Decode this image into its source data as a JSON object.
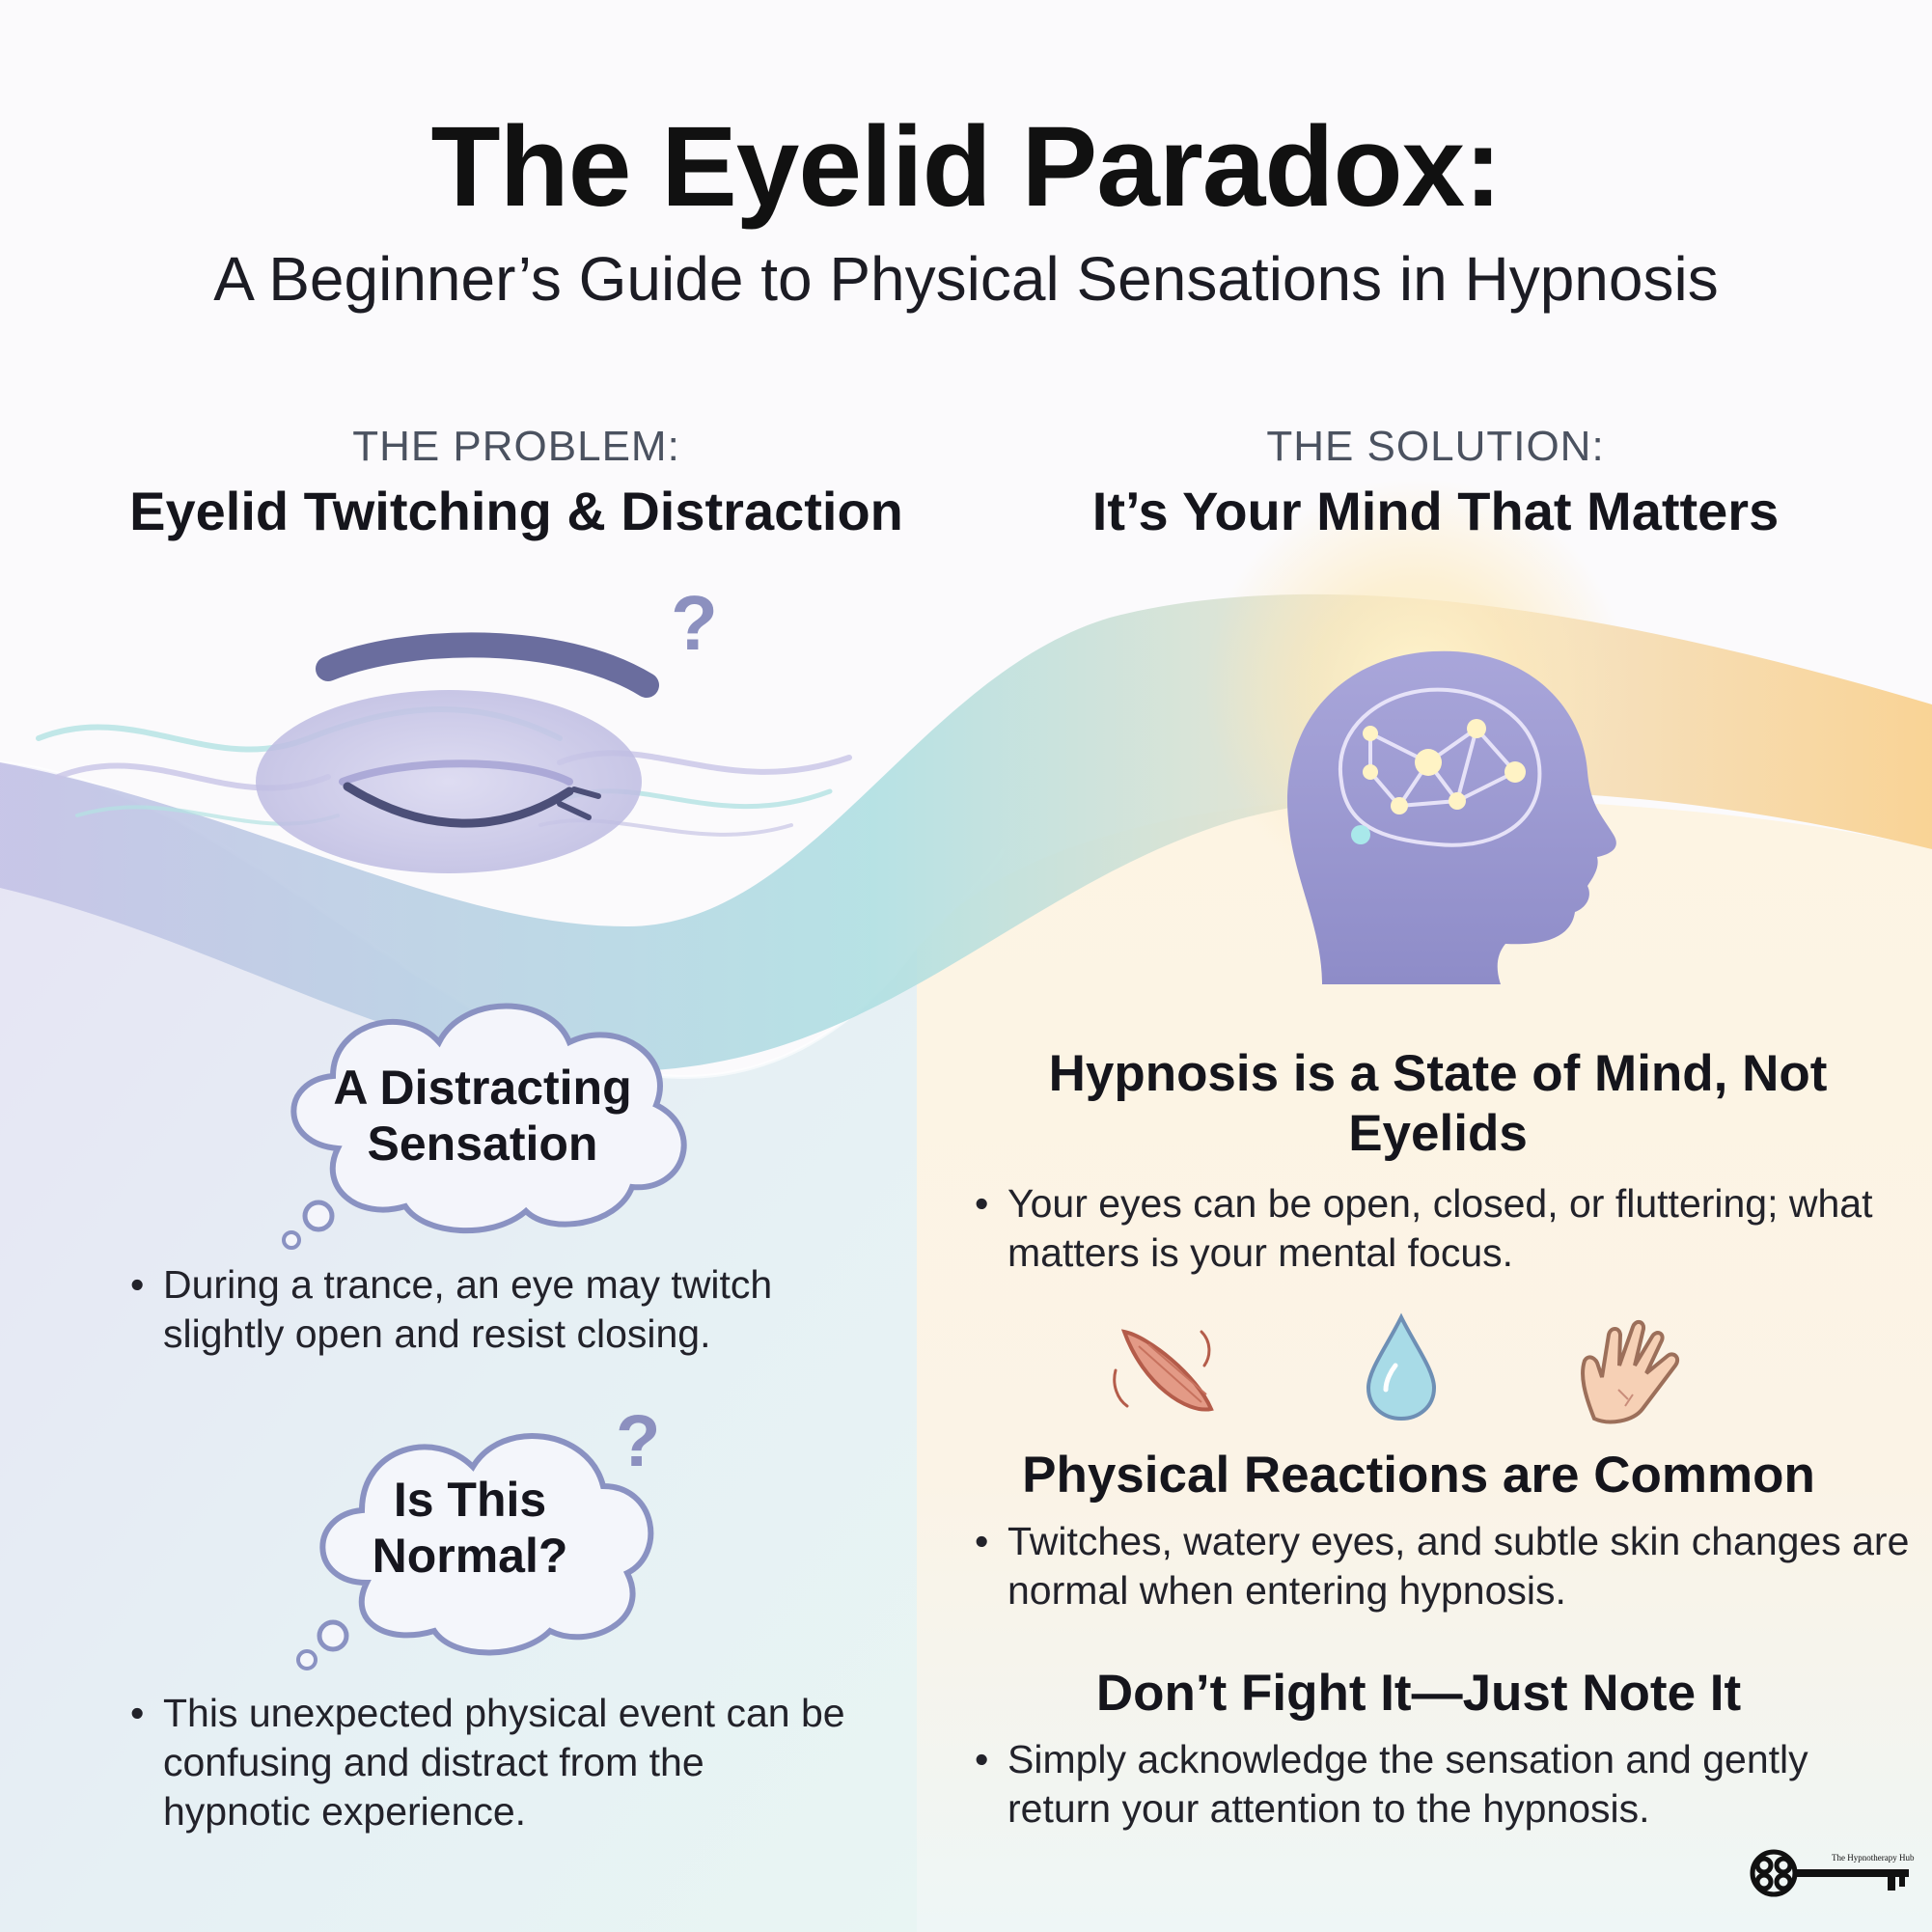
{
  "title": "The Eyelid Paradox:",
  "subtitle": "A Beginner’s Guide to Physical Sensations in Hypnosis",
  "problem": {
    "label": "THE PROBLEM:",
    "heading": "Eyelid Twitching & Distraction",
    "cloud1": "A Distracting Sensation",
    "bullet1": "During a trance, an eye may twitch slightly open and resist closing.",
    "cloud2": "Is This Normal?",
    "bullet2": "This unexpected physical event can be confusing and distract from the hypnotic experience."
  },
  "solution": {
    "label": "THE SOLUTION:",
    "heading": "It’s Your Mind That Matters",
    "section1_heading": "Hypnosis is a State of Mind, Not Eyelids",
    "section1_bullet": "Your eyes can be open, closed, or fluttering; what matters is your mental focus.",
    "section2_heading": "Physical Reactions are Common",
    "section2_bullet": "Twitches, watery eyes, and subtle skin changes are normal when entering hypnosis.",
    "section3_heading": "Don’t Fight It—Just Note It",
    "section3_bullet": "Simply acknowledge the sensation and gently return your attention to the hypnosis."
  },
  "logo": {
    "text": "The Hypnotherapy Hub"
  },
  "icons": [
    "closed-eye-icon",
    "question-mark-icon",
    "glowing-brain-head-icon",
    "thought-cloud-icon",
    "muscle-icon",
    "water-drop-icon",
    "hand-icon",
    "key-logo-icon"
  ],
  "colors": {
    "lavender": "#b9b8e0",
    "teal": "#a9dde0",
    "peach": "#fbe3bf",
    "gold": "#f8cf86",
    "ink": "#4a4f7a"
  }
}
